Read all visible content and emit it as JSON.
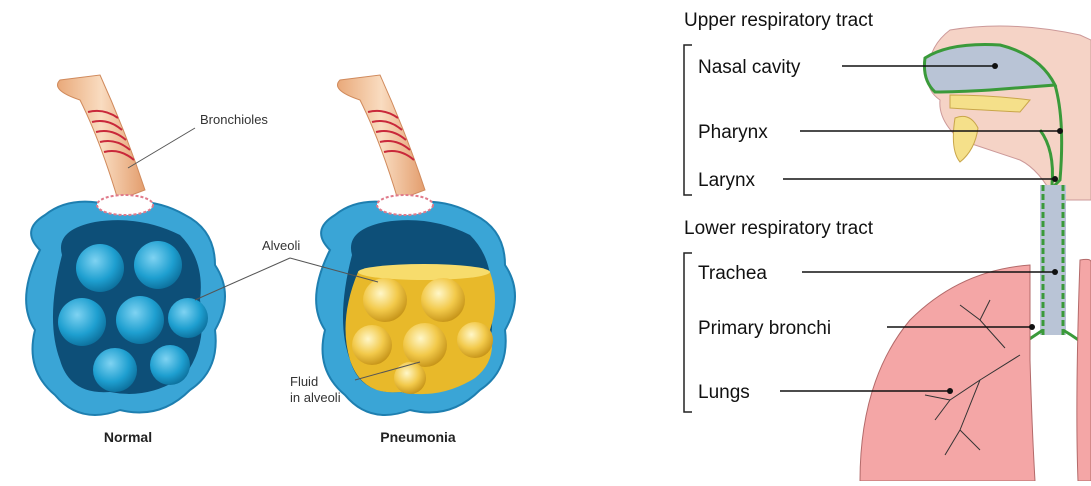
{
  "alveoli_figure": {
    "labels": {
      "bronchioles": "Bronchioles",
      "alveoli": "Alveoli",
      "fluid_line1": "Fluid",
      "fluid_line2": "in alveoli"
    },
    "captions": {
      "normal": "Normal",
      "pneumonia": "Pneumonia"
    },
    "colors": {
      "normal_alveoli": "#1e9fd0",
      "fluid": "#e8b92a",
      "bronchiole": "#f3c29a",
      "outer_tissue": "#3aa5d6"
    }
  },
  "respiratory_figure": {
    "upper_heading": "Upper respiratory tract",
    "upper_labels": [
      "Nasal cavity",
      "Pharynx",
      "Larynx"
    ],
    "lower_heading": "Lower respiratory tract",
    "lower_labels": [
      "Trachea",
      "Primary bronchi",
      "Lungs"
    ],
    "colors": {
      "lung": "#f4a6a6",
      "airway_lining": "#3a9a3a",
      "nasal_cavity": "#b9c4d6",
      "bone": "#f5e08a"
    }
  }
}
